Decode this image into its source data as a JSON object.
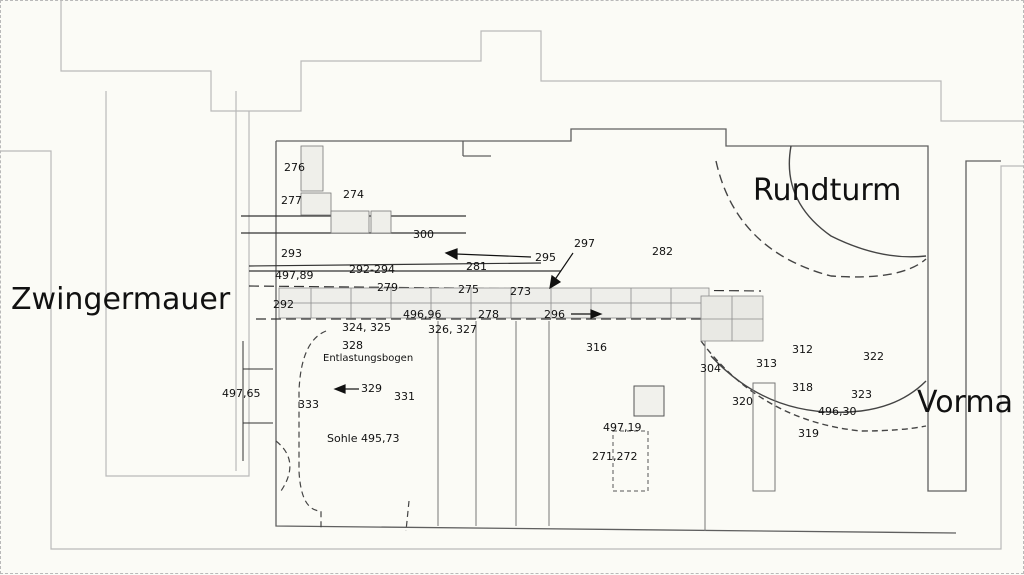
{
  "region_labels": {
    "zwingermauer": "Zwingermauer",
    "rundturm": "Rundturm",
    "vorma": "Vorma"
  },
  "finding_numbers": {
    "n276": "276",
    "n277": "277",
    "n274": "274",
    "n300": "300",
    "n293": "293",
    "n295": "295",
    "n297": "297",
    "n282": "282",
    "n281": "281",
    "n292_294": "292-294",
    "n279": "279",
    "n275": "275",
    "n273": "273",
    "n292": "292",
    "n278": "278",
    "n296": "296",
    "n324_325": "324, 325",
    "n326_327": "326, 327",
    "n328": "328",
    "n316": "316",
    "n329": "329",
    "n331": "331",
    "n333": "333",
    "n304": "304",
    "n313": "313",
    "n312": "312",
    "n322": "322",
    "n318": "318",
    "n323": "323",
    "n320": "320",
    "n319": "319",
    "n271_272": "271,272"
  },
  "elevations": {
    "e497_89": "497,89",
    "e496_96": "496,96",
    "e497_65": "497,65",
    "e497_19": "497,19",
    "e496_30": "496,30"
  },
  "annotations": {
    "entlastungsbogen": "Entlastungsbogen",
    "sohle": "Sohle 495,73"
  },
  "colors": {
    "ink": "#111111",
    "plan_line": "#6b6b6b",
    "faint_line": "#b5b5b5",
    "paper": "#fbfbf6"
  }
}
